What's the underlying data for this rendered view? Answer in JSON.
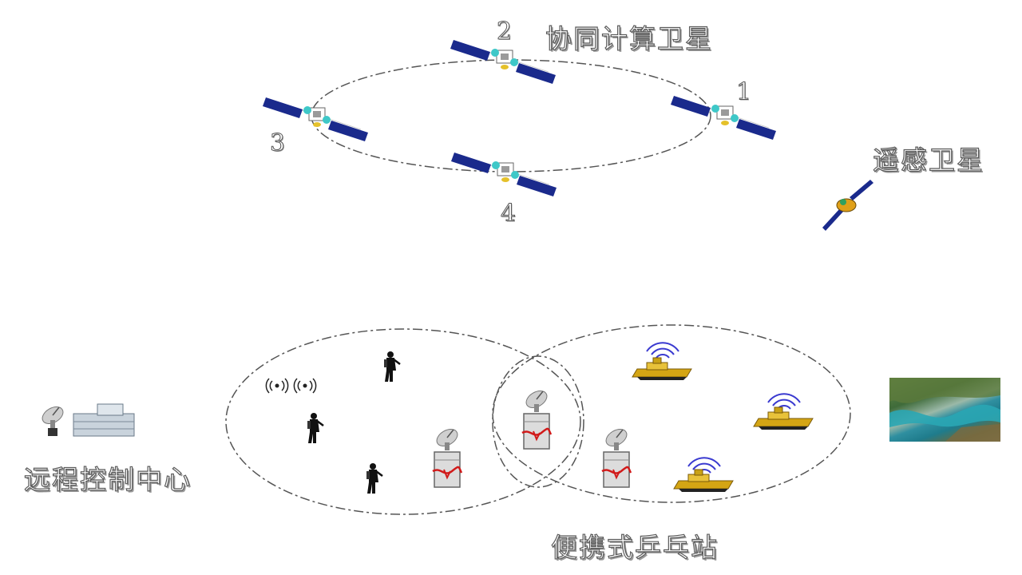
{
  "labels": {
    "cooperative_satellites": "协同计算卫星",
    "remote_sensing_satellite": "遥感卫星",
    "remote_control_center": "远程控制中心",
    "portable_station": "便携式乒乓站"
  },
  "satellite_numbers": [
    "2",
    "1",
    "3",
    "4"
  ],
  "colors": {
    "solar_panel": "#1a2a8c",
    "dashed_line": "#555555",
    "boat": "#d4a514",
    "wifi": "#3a3ad0",
    "band": "#d11a1a"
  }
}
